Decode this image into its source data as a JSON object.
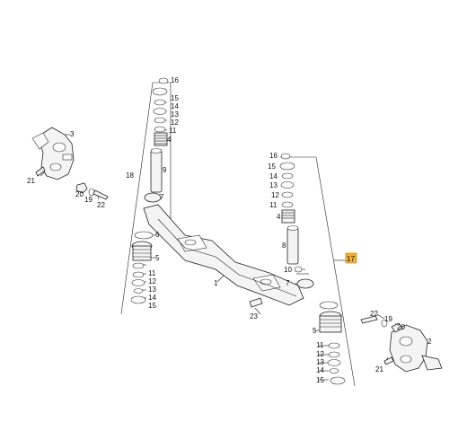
{
  "callouts": {
    "c1": "1",
    "c2": "2",
    "c3": "3",
    "c4": "4",
    "c5": "5",
    "c6": "6",
    "c7": "7",
    "c8": "8",
    "c9": "9",
    "c10": "10",
    "c11": "11",
    "c12": "12",
    "c13": "13",
    "c14": "14",
    "c15": "15",
    "c16": "16",
    "c17": "17",
    "c18": "18",
    "c19": "19",
    "c20": "20",
    "c21": "21",
    "c22": "22",
    "c23": "23"
  },
  "highlight_color": "#f2b233"
}
